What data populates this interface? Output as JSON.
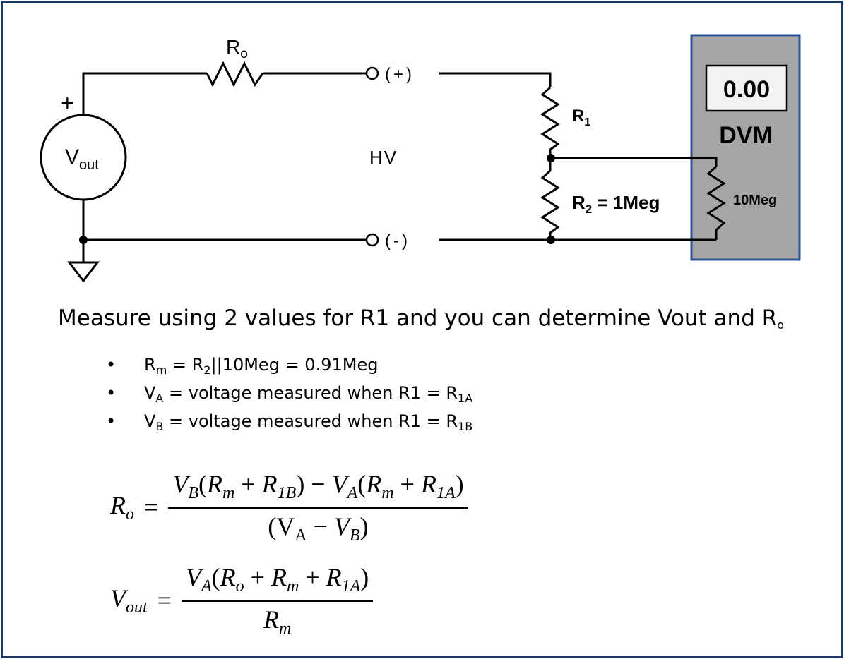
{
  "circuit": {
    "source_label": "V",
    "source_label_sub": "out",
    "plus_sign": "+",
    "ro_label": "R",
    "ro_label_sub": "o",
    "terminal_plus": "(+)",
    "terminal_minus": "(-)",
    "hv_label": "HV",
    "r1_label": "R",
    "r1_label_sub": "1",
    "r2_label": "R",
    "r2_label_sub": "2",
    "r2_value": " = 1Meg",
    "dvm_reading": "0.00",
    "dvm_label": "DVM",
    "dvm_resistor": "10Meg"
  },
  "colors": {
    "dvm_fill": "#a6a6a6",
    "dvm_border": "#2f5597",
    "frame_border": "#1f3864"
  },
  "text": {
    "heading": "Measure using 2 values for R1 and you can determine Vout and R",
    "heading_sub": "o",
    "bullets": [
      {
        "a": "R",
        "a_sub": "m",
        "b": " = R",
        "b_sub": "2",
        "c": "||10Meg = 0.91Meg",
        "c_sub": ""
      },
      {
        "a": "V",
        "a_sub": "A",
        "b": " = voltage measured when R1 = R",
        "b_sub": "1A",
        "c": "",
        "c_sub": ""
      },
      {
        "a": "V",
        "a_sub": "B",
        "b": " = voltage measured when R1 = R",
        "b_sub": "1B",
        "c": "",
        "c_sub": ""
      }
    ],
    "bullet_glyph": "•"
  },
  "formulas": {
    "ro_lhs": "R",
    "ro_lhs_sub": "o",
    "equals": "=",
    "ro_num": "V_B(R_m + R_1B) − V_A(R_m + R_1A)",
    "ro_den": "(V_A − V_B)",
    "vout_lhs": "V",
    "vout_lhs_sub": "out",
    "vout_num": "V_A(R_o + R_m + R_1A)",
    "vout_den": "R_m"
  }
}
